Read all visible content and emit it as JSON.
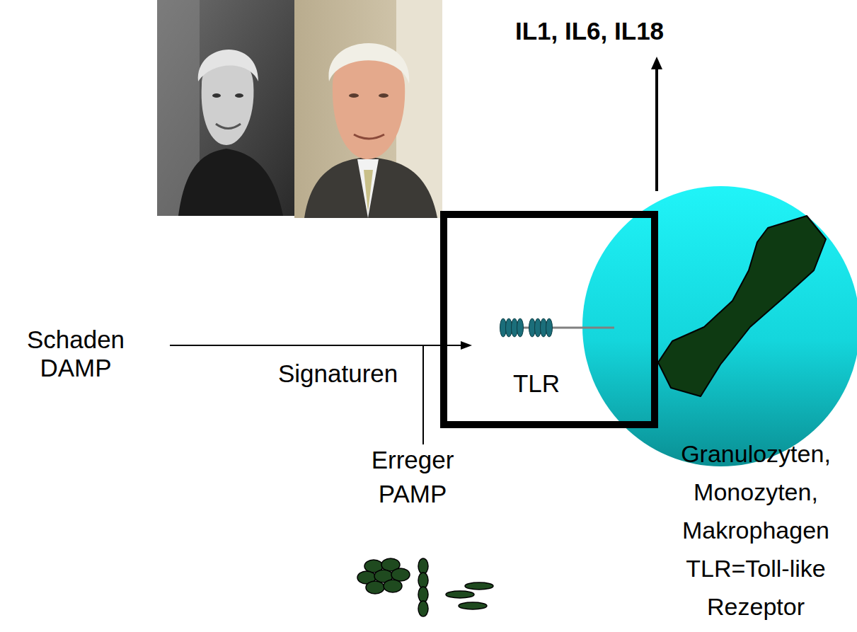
{
  "diagram": {
    "nodes": [
      {
        "text": [
          "TLR"
        ]
      },
      {
        "text": [
          "Granulozyten, Monozyten, Makrophagen",
          "TLR=Toll-like Rezeptor"
        ]
      }
    ],
    "labels": [
      "IL1, IL6, IL18",
      "Schaden",
      "DAMP",
      "Signaturen",
      "Erreger",
      "PAMP"
    ]
  }
}
